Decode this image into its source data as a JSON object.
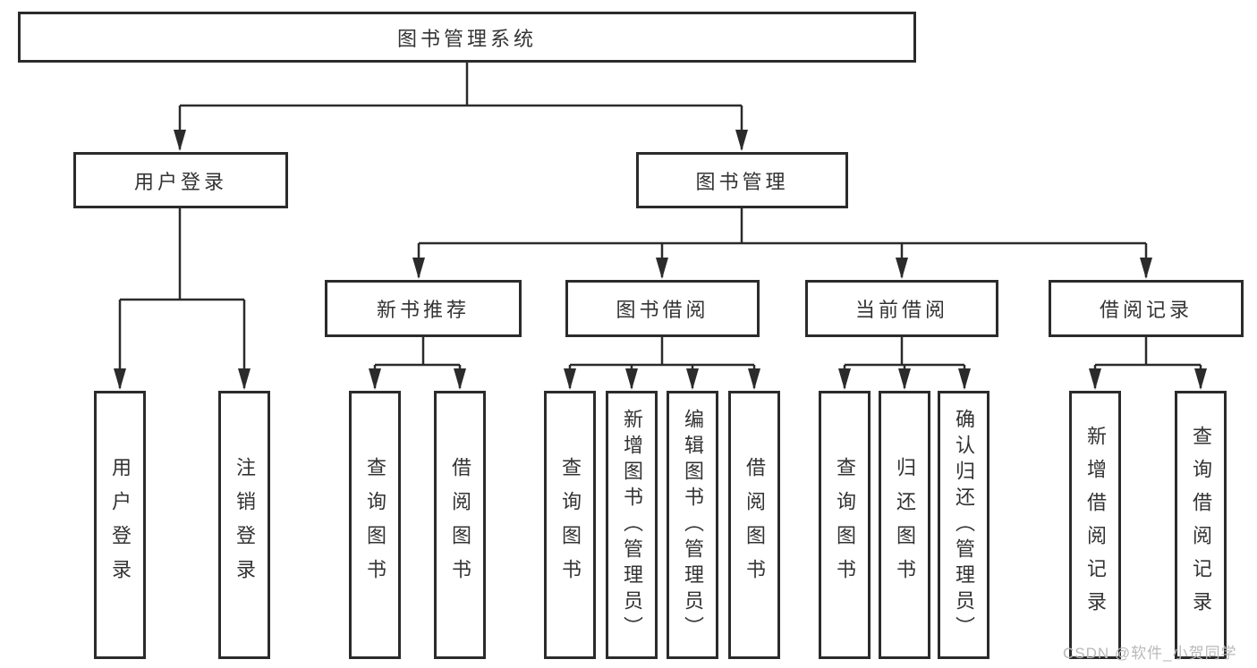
{
  "diagram": {
    "root": {
      "label": "图书管理系统"
    },
    "level2": [
      {
        "label": "用户登录"
      },
      {
        "label": "图书管理"
      }
    ],
    "level3": [
      {
        "label": "新书推荐"
      },
      {
        "label": "图书借阅"
      },
      {
        "label": "当前借阅"
      },
      {
        "label": "借阅记录"
      }
    ],
    "leaves": [
      {
        "label": "用户登录"
      },
      {
        "label": "注销登录"
      },
      {
        "label": "查询图书"
      },
      {
        "label": "借阅图书"
      },
      {
        "label": "查询图书"
      },
      {
        "label": "新增图书（管理员）"
      },
      {
        "label": "编辑图书（管理员）"
      },
      {
        "label": "借阅图书"
      },
      {
        "label": "查询图书"
      },
      {
        "label": "归还图书"
      },
      {
        "label": "确认归还（管理员）"
      },
      {
        "label": "新增借阅记录"
      },
      {
        "label": "查询借阅记录"
      }
    ],
    "colors": {
      "line": "#2b2b2b",
      "box_border": "#2b2b2b",
      "text": "#333333",
      "watermark": "#b9b9b9",
      "background": "#ffffff"
    }
  },
  "watermark": {
    "text": "CSDN @软件_小贺同学"
  }
}
